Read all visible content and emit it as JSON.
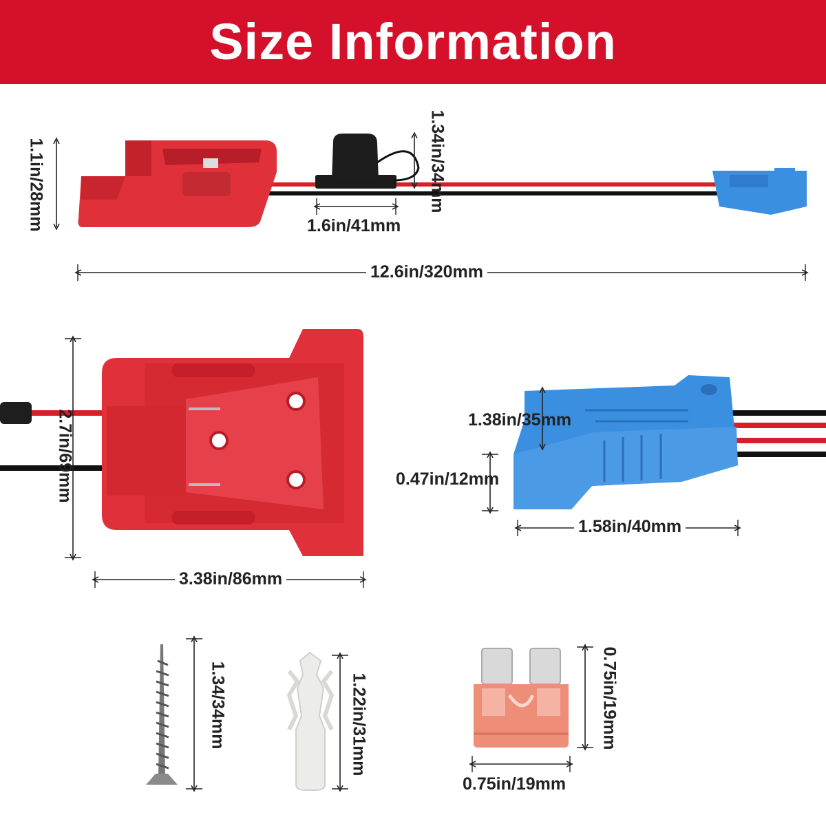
{
  "header": {
    "title": "Size Information"
  },
  "dimensions": {
    "adapter_height": "1.1in/28mm",
    "fuse_holder_height": "1.34in/34mm",
    "fuse_holder_width": "1.6in/41mm",
    "total_length": "12.6in/320mm",
    "adapter_length": "2.7in/69mm",
    "adapter_width": "3.38in/86mm",
    "connector_height_top": "1.38in/35mm",
    "connector_height_bottom": "0.47in/12mm",
    "connector_width": "1.58in/40mm",
    "screw_length": "1.34/34mm",
    "anchor_length": "1.22in/31mm",
    "fuse_height": "0.75in/19mm",
    "fuse_width": "0.75in/19mm"
  },
  "colors": {
    "banner": "#d5102a",
    "adapter_red": "#e0313a",
    "connector_blue": "#3b8fe0",
    "fuse_orange": "#ee8d78"
  }
}
